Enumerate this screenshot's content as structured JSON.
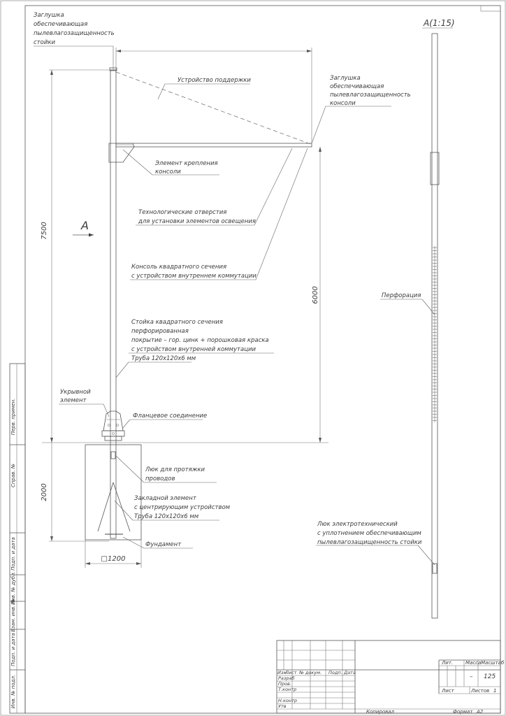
{
  "labels": {
    "cap_post": [
      "Заглушка",
      "обеспечивающая",
      "пылевлагозащищенность",
      "стойки"
    ],
    "support_device": "Устройство поддержки",
    "cap_console": [
      "Заглушка",
      "обеспечивающая",
      "пылевлагозащищенность",
      "консоли"
    ],
    "console_mount": [
      "Элемент крепления",
      "консоли"
    ],
    "tech_holes": [
      "Технологические отверстия",
      "для установки элементов освещения"
    ],
    "console": [
      "Консоль квадратного сечения",
      "с устройством внутреннем коммутации"
    ],
    "post": [
      "Стойка квадратного сечения",
      "перфорированная",
      "покрытие – гор. цинк + порошковая краска",
      "с устройством внутренней коммутации",
      "Труба 120x120x6 мм"
    ],
    "cover_element": [
      "Укрывной",
      "элемент"
    ],
    "flange": "Фланцевое соединение",
    "hatch": [
      "Люк для протяжки",
      "проводов"
    ],
    "embedded": [
      "Закладной элемент",
      "с центрирующим устройством",
      "Труба 120x120x6 мм"
    ],
    "foundation": "Фундамент",
    "section_marker": "А",
    "view_title": "А(1:15)",
    "perforation": "Перфорация",
    "electro_hatch": [
      "Люк электротехнический",
      "с уплотнением обеспечивающим",
      "пылевлагозащищенность стойки"
    ]
  },
  "dimensions": {
    "total_height": "7500",
    "above_ground": "6000",
    "depth": "2000",
    "foundation_width": "□1200"
  },
  "side_stamp": [
    "Перв. примен.",
    "Справ. №",
    "Подп. и дата",
    "Инв. № дубл.",
    "Взам. инв. №",
    "Подп. и дата",
    "Инв. № подл."
  ],
  "title_block": {
    "headers": [
      "Изм",
      "Лист",
      "№ докум.",
      "Подп.",
      "Дата"
    ],
    "roles": [
      "Разраб",
      "Пров.",
      "Т.контр",
      "Н.контр",
      "Утв"
    ],
    "lit": "Лит.",
    "mass": "Масса",
    "scale_label": "Масштаб",
    "mass_value": "–",
    "scale_value": "125",
    "sheet_label": "Лист",
    "sheets_label": "Листов",
    "sheets_value": "1",
    "copied": "Копировал",
    "format": "Формат",
    "format_value": "А2"
  }
}
